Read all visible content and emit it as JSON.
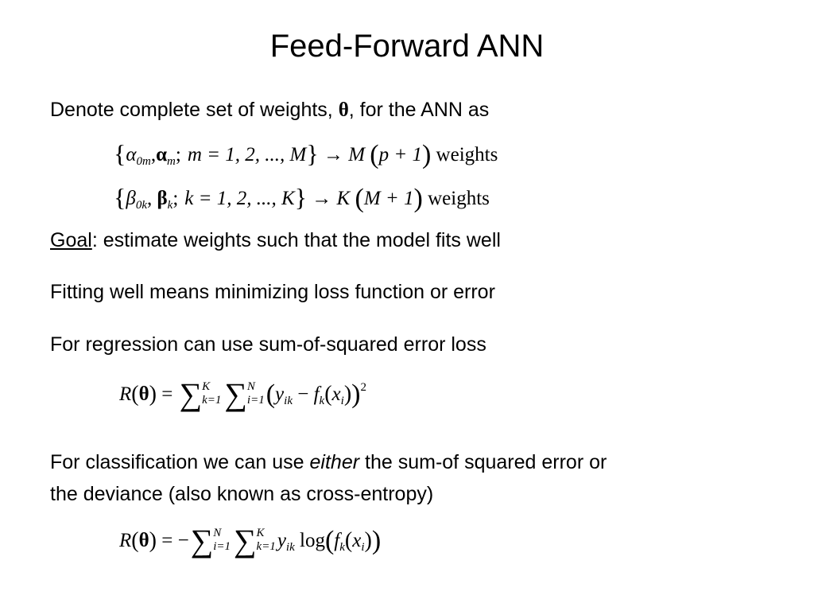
{
  "title": "Feed-Forward ANN",
  "line1": {
    "text": "Denote complete set of weights, ",
    "theta": "θ",
    "rest": ",  for the ANN as"
  },
  "eq_alpha": {
    "sym": "α",
    "sub0": "0m",
    "boldsym": "α",
    "bsub": "m",
    "range": "m = 1, 2, ..., M",
    "arrow": "→ M",
    "paren": "p + 1",
    "suffix": "weights"
  },
  "eq_beta": {
    "sym": "β",
    "sub0": "0k",
    "boldsym": "β",
    "bsub": "k",
    "range": "k = 1, 2, ..., K",
    "arrow": "→ K",
    "paren": "M + 1",
    "suffix": "weights"
  },
  "goal": {
    "label": "Goal",
    "text": ":  estimate weights such that the model fits well"
  },
  "fitting": "Fitting well means minimizing loss function or error",
  "regression": "For regression can use sum-of-squared error loss",
  "eq_regression": {
    "lhs": "R",
    "theta": "θ",
    "eq": "=",
    "sum1_top": "K",
    "sum1_bot": "k=1",
    "sum2_top": "N",
    "sum2_bot": "i=1",
    "y": "y",
    "ysub": "ik",
    "minus": "−",
    "f": "f",
    "fsub": "k",
    "x": "x",
    "xsub": "i",
    "power": "2"
  },
  "classification": {
    "line1_a": "For classification we can use ",
    "line1_em": "either",
    "line1_b": " the sum-of squared error or",
    "line2": "the deviance (also known as cross-entropy)"
  },
  "eq_deviance": {
    "lhs": "R",
    "theta": "θ",
    "eq": "= −",
    "sum1_top": "N",
    "sum1_bot": "i=1",
    "sum2_top": "K",
    "sum2_bot": "k=1",
    "y": "y",
    "ysub": "ik",
    "log": "log",
    "f": "f",
    "fsub": "k",
    "x": "x",
    "xsub": "i"
  }
}
